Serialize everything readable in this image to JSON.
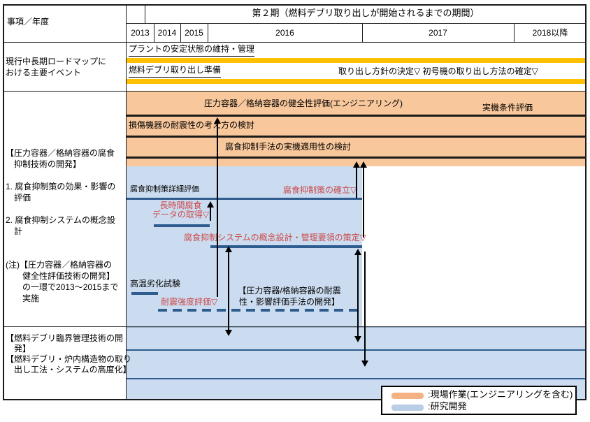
{
  "colors": {
    "orange": "#F8C79B",
    "blue": "#CBDCF0",
    "yellow": "#FFC000",
    "line_blue": "#2E5C8E",
    "red": "#CC4747",
    "legend_orange": "#F4B183",
    "legend_blue": "#B9CDE5"
  },
  "header": {
    "row_label": "事項／年度",
    "phase_title": "第２期（燃料デブリ取り出しが開始されるまでの期間）",
    "years": [
      "2013",
      "2014",
      "2015",
      "2016",
      "2017",
      "2018以降"
    ]
  },
  "events": {
    "label": "現行中長期ロードマップに\nおける主要イベント",
    "plant_stability": "プラントの安定状態の維持・管理",
    "debris_prep": "燃料デブリ取り出し準備",
    "milestones": "取り出し方針の決定▽ 初号機の取り出し方法の確定▽"
  },
  "sections": {
    "corrosion_label": "【圧力容器／格納容器の腐食\n　抑制技術の開発】\n\n1. 腐食抑制策の効果・影響の\n　評価\n\n2. 腐食抑制システムの概念設\n　計\n\n\n(注)【圧力容器／格納容器の\n　　健全性評価技術の開発】\n　　の一環で2013〜2015まで\n　　実施",
    "bottom_label": "【燃料デブリ臨界管理技術の開\n　発】\n【燃料デブリ・炉内構造物の取り\n　出し工法・システムの高度化】"
  },
  "orange_rows": {
    "integrity_eval": "圧力容器／格納容器の健全性評価(エンジニアリング)",
    "actual_condition": "実機条件評価",
    "damaged_seismic": "損傷機器の耐震性の考え方の検討",
    "applicability": "腐食抑制手法の実機適用性の検討"
  },
  "blue_area": {
    "detail_eval": "腐食抑制策詳細評価",
    "establish": "腐食抑制策の確立▽",
    "longterm": "長時間腐食\nデータの取得▽",
    "system_design": "腐食抑制システムの概念設計・管理要領の策定▽",
    "high_temp": "高温劣化試験",
    "seismic_strength": "耐震強度評価▽",
    "seismic_dev": "【圧力容器/格納容器の耐震\n性・影響評価手法の開発】"
  },
  "legend": {
    "field_work": ":現場作業(エンジニアリングを含む)",
    "rnd": ":研究開発"
  }
}
